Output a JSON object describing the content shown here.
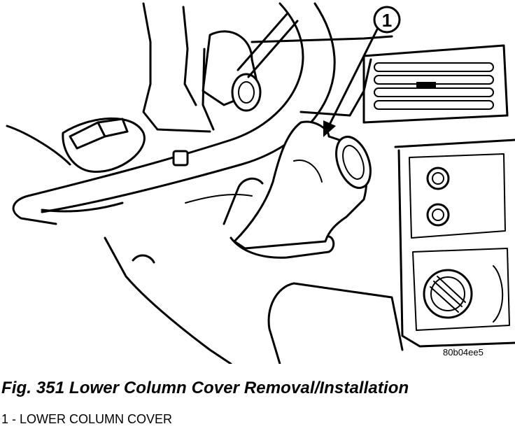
{
  "callout": {
    "number": "1"
  },
  "drawing_code": "80b04ee5",
  "caption": "Fig. 351 Lower Column Cover Removal/Installation",
  "legend": [
    {
      "text": "1 - LOWER COLUMN COVER"
    }
  ]
}
